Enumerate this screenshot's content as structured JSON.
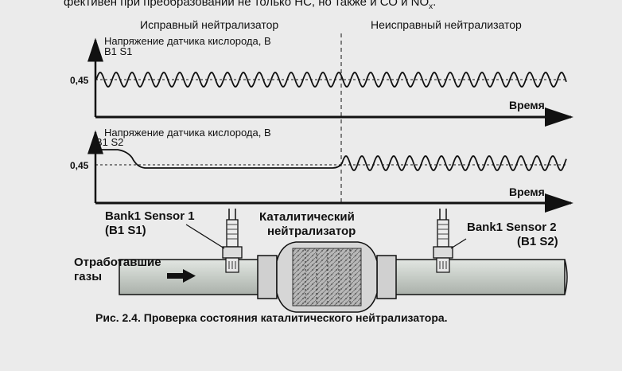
{
  "top_text": "фективен при преобразовании не только НС, но также и СО и NO",
  "top_text_sub": "x",
  "top_text_end": ".",
  "panel_left_title": "Исправный нейтрализатор",
  "panel_right_title": "Неисправный нейтрализатор",
  "graph1": {
    "ylabel": "Напряжение датчика кислорода, В",
    "sensor": "B1 S1",
    "ytick": "0,45",
    "xlabel": "Время"
  },
  "graph2": {
    "ylabel": "Напряжение датчика кислорода, В",
    "sensor": "B1 S2",
    "ytick": "0,45",
    "xlabel": "Время"
  },
  "sensor1_label_line1": "Bank1 Sensor 1",
  "sensor1_label_line2": "(B1 S1)",
  "catalyst_label_line1": "Каталитический",
  "catalyst_label_line2": "нейтрализатор",
  "sensor2_label_line1": "Bank1 Sensor 2",
  "sensor2_label_line2": "(B1 S2)",
  "exhaust_label_line1": "Отработавшие",
  "exhaust_label_line2": "газы",
  "caption": "Рис. 2.4. Проверка состояния каталитического нейтрализатора.",
  "colors": {
    "background": "#ebebeb",
    "ink": "#111111",
    "pipe": "#c9cfc9",
    "catalyst": "#b5b5b5"
  }
}
